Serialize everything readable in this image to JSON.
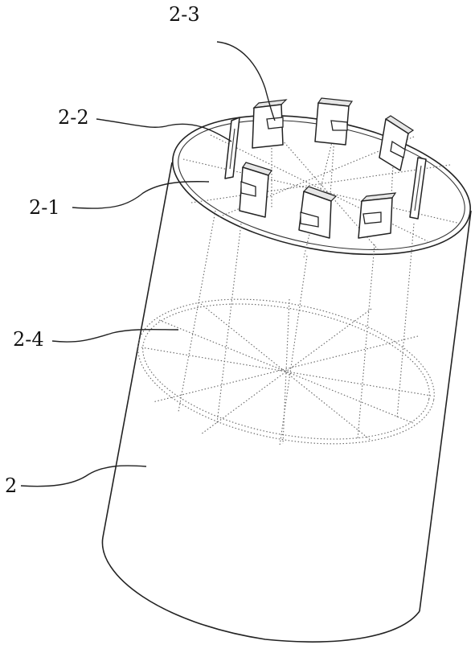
{
  "labels": {
    "l23": "2-3",
    "l22": "2-2",
    "l21": "2-1",
    "l24": "2-4",
    "l2": "2"
  },
  "colors": {
    "line": "#222222",
    "hidden_line": "#666666",
    "background": "#ffffff"
  }
}
